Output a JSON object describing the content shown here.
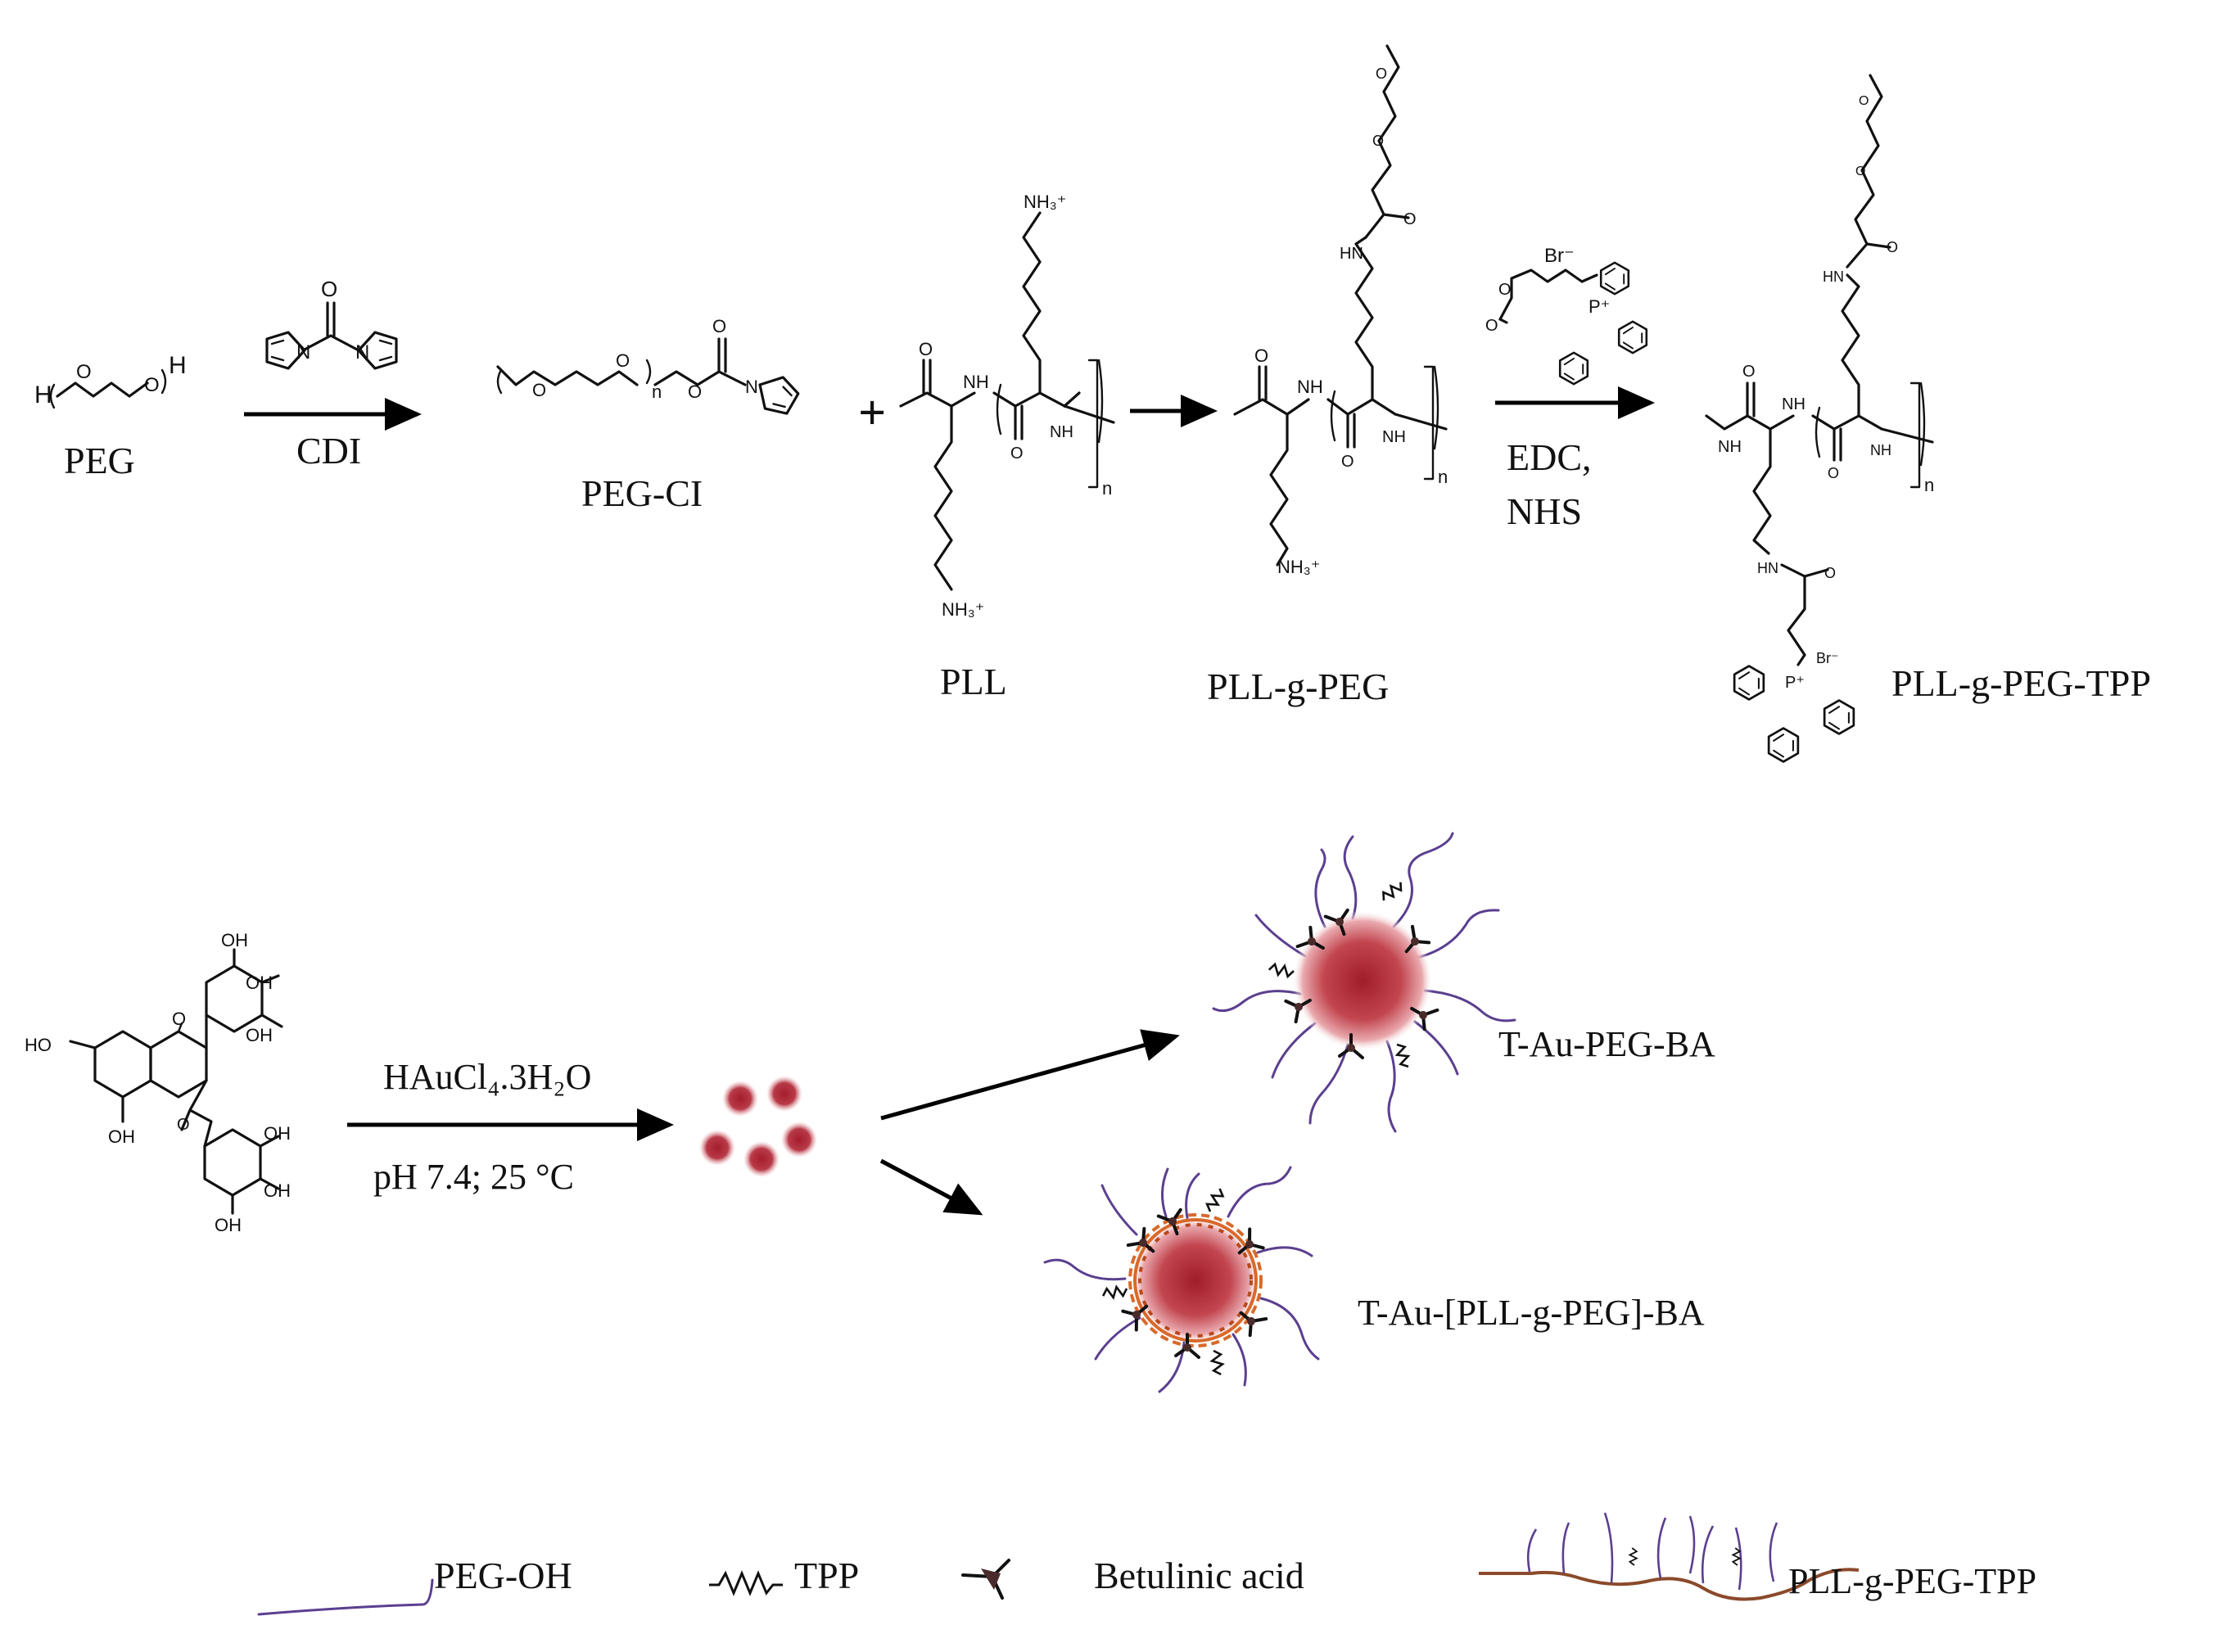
{
  "synthesis": {
    "peg_label": "PEG",
    "cdi_label": "CDI",
    "peg_ci_label": "PEG-CI",
    "plus_sign": "+",
    "pll_label": "PLL",
    "pll_g_peg_label": "PLL-g-PEG",
    "edc_label": "EDC,",
    "nhs_label": "NHS",
    "pll_g_peg_tpp_label": "PLL-g-PEG-TPP",
    "atoms": {
      "h": "H",
      "o": "O",
      "n": "N",
      "nh": "NH",
      "hn": "HN",
      "nh3": "NH₃⁺",
      "br": "Br⁻",
      "p": "P⁺",
      "repeat_n": "n"
    }
  },
  "nanoparticles": {
    "reagent_label": "HAuCl₄.3H₂O",
    "condition_label": "pH 7.4; 25 °C",
    "oh_label": "OH",
    "ho_label": "HO",
    "o_label": "O",
    "product_1_label": "T-Au-PEG-BA",
    "product_2_label": "T-Au-[PLL-g-PEG]-BA"
  },
  "legend": {
    "items": [
      {
        "symbol": "peg-oh-line",
        "label": "PEG-OH"
      },
      {
        "symbol": "tpp-zigzag",
        "label": "TPP"
      },
      {
        "symbol": "betulinic-acid-glyph",
        "label": "Betulinic acid"
      },
      {
        "symbol": "pll-g-peg-tpp-backbone",
        "label": "PLL-g-PEG-TPP"
      }
    ]
  },
  "colors": {
    "ink": "#111111",
    "peg_chain": "#5b3f8f",
    "gold_core": "#a51d2d",
    "pll_shell": "#d8692a",
    "backbone": "#8b4a2b"
  }
}
